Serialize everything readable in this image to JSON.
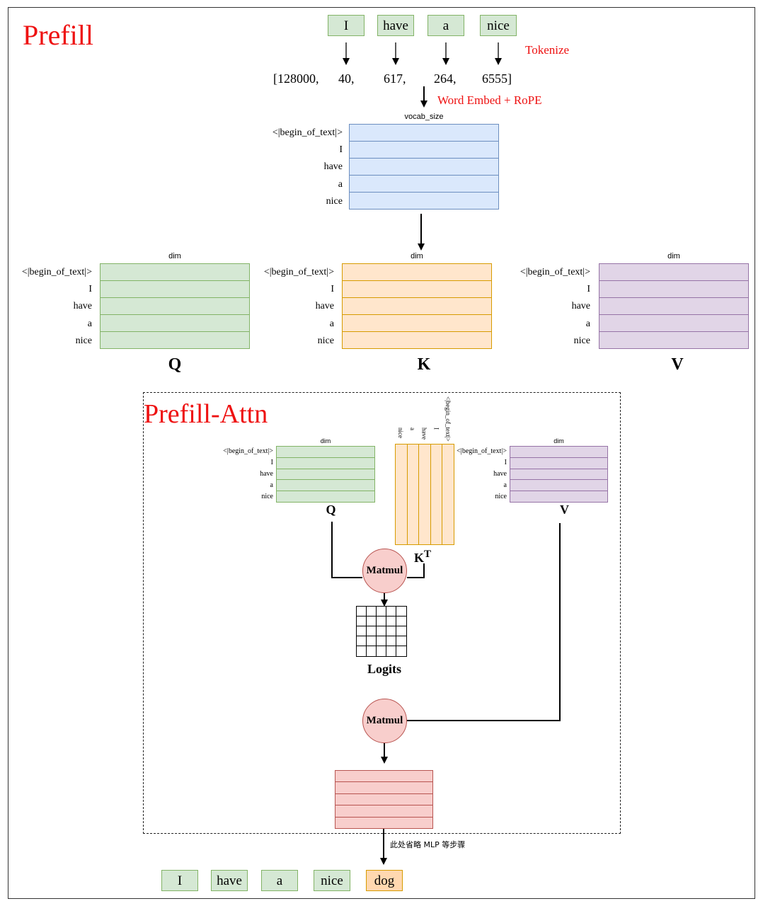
{
  "prefill": {
    "title": "Prefill",
    "tokens": [
      "I",
      "have",
      "a",
      "nice"
    ],
    "tokenize_label": "Tokenize",
    "ids": [
      "[128000,",
      "40,",
      "617,",
      "264,",
      "6555]"
    ],
    "embed_label": "Word Embed + RoPE",
    "embed_header": "vocab_size",
    "row_labels": [
      "<|begin_of_text|>",
      "I",
      "have",
      "a",
      "nice"
    ],
    "dim_header": "dim",
    "q_label": "Q",
    "k_label": "K",
    "v_label": "V"
  },
  "attn": {
    "title": "Prefill-Attn",
    "dim_header": "dim",
    "row_labels": [
      "<|begin_of_text|>",
      "I",
      "have",
      "a",
      "nice"
    ],
    "kt_col_labels": [
      "nice",
      "a",
      "have",
      "I",
      "<|begin_of_text|>"
    ],
    "q_label": "Q",
    "kt_label": "K",
    "kt_sup": "T",
    "v_label": "V",
    "matmul_label": "Matmul",
    "logits_label": "Logits"
  },
  "output": {
    "mlp_note": "此处省略 MLP 等步骤",
    "tokens": [
      "I",
      "have",
      "a",
      "nice"
    ],
    "next_token": "dog"
  },
  "colors": {
    "red_title": "#ee1111",
    "green_fill": "#d5e8d4",
    "green_stroke": "#82b366",
    "blue_fill": "#dae8fc",
    "blue_stroke": "#6c8ebf",
    "orange_fill": "#ffe6cc",
    "orange_stroke": "#d79b00",
    "purple_fill": "#e1d5e7",
    "purple_stroke": "#9673a6",
    "red_fill": "#f8cecc",
    "red_stroke": "#b85450"
  }
}
